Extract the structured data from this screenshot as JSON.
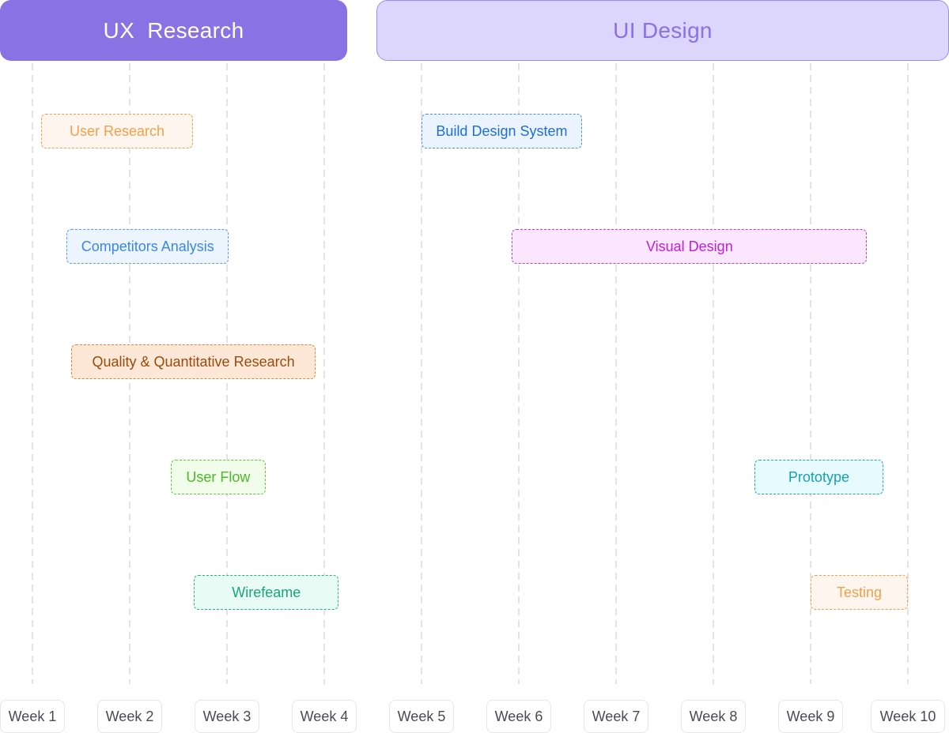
{
  "chart_data": {
    "type": "gantt",
    "x_unit": "week",
    "weeks": [
      "Week 1",
      "Week 2",
      "Week 3",
      "Week 4",
      "Week 5",
      "Week 6",
      "Week 7",
      "Week 8",
      "Week 9",
      "Week 10"
    ],
    "phases": [
      {
        "name": "UX  Research",
        "start": 0.67,
        "end": 4.24,
        "style": "filled",
        "fill": "#8872e4",
        "text_color": "#ffffff"
      },
      {
        "name": "UI Design",
        "start": 4.54,
        "end": 10.43,
        "style": "tint",
        "fill": "#dcd5fc",
        "border": "#9c8ceb",
        "text_color": "#8872e4"
      }
    ],
    "tasks": [
      {
        "name": "User Research",
        "row": 0,
        "start": 1.09,
        "end": 2.65,
        "color": "#f0a14a",
        "fill": "#fef5ee",
        "text": "#f0a14a"
      },
      {
        "name": "Build Design System",
        "row": 0,
        "start": 5.0,
        "end": 6.65,
        "color": "#4a8fe0",
        "fill": "#eaf3fe",
        "text": "#1f6fd0"
      },
      {
        "name": "Competitors Analysis",
        "row": 1,
        "start": 1.35,
        "end": 3.02,
        "color": "#5a9cf0",
        "fill": "#ecf4fe",
        "text": "#3b86ea"
      },
      {
        "name": "Visual Design",
        "row": 1,
        "start": 5.93,
        "end": 9.58,
        "color": "#c83ad9",
        "fill": "#fae6fd",
        "text": "#c020d6"
      },
      {
        "name": "Quality & Quantitative Research",
        "row": 2,
        "start": 1.4,
        "end": 3.91,
        "color": "#d9893f",
        "fill": "#fde8d8",
        "text": "#9b4a0c"
      },
      {
        "name": "User Flow",
        "row": 3,
        "start": 2.42,
        "end": 3.4,
        "color": "#5ecb3f",
        "fill": "#f1fceb",
        "text": "#4cb82a"
      },
      {
        "name": "Prototype",
        "row": 3,
        "start": 8.42,
        "end": 9.75,
        "color": "#1fa5b8",
        "fill": "#e7fafd",
        "text": "#17a0b4"
      },
      {
        "name": "Wirefeame",
        "row": 4,
        "start": 2.66,
        "end": 4.15,
        "color": "#1fb789",
        "fill": "#e8fbf4",
        "text": "#17a57a"
      },
      {
        "name": "Testing",
        "row": 4,
        "start": 9.0,
        "end": 10.0,
        "color": "#f0a14a",
        "fill": "#fef5ee",
        "text": "#f0a14a"
      }
    ],
    "gridlines": "dashed vertical at each week",
    "grid_color": "#e3e3e3"
  }
}
